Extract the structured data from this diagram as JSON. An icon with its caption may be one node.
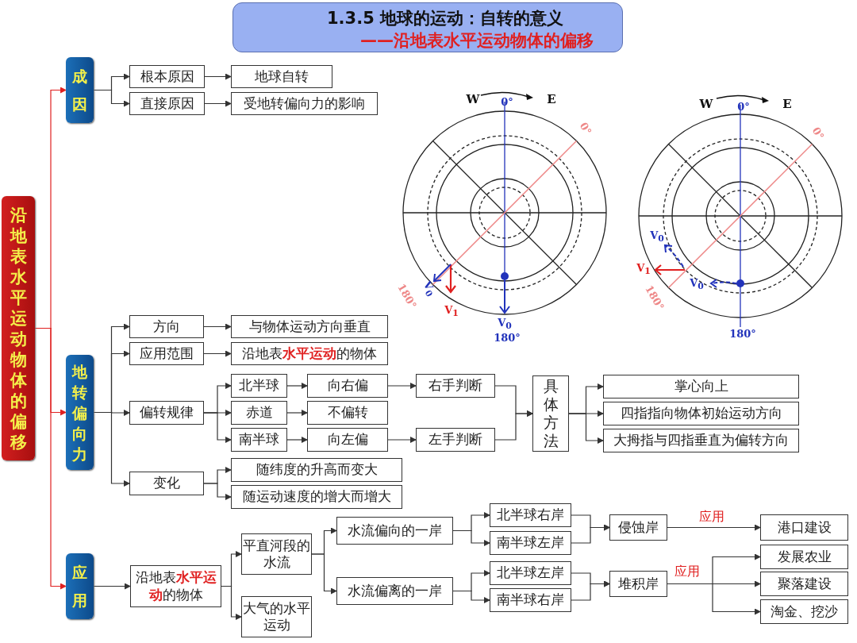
{
  "diagram": {
    "nodes": [
      {
        "text": [
          "1.3.5 地球的运动：自转的意义",
          "——沿地表水平运动物体的偏移"
        ]
      },
      {
        "text": [
          "沿地表水平运动物体的偏移"
        ]
      },
      {
        "text": [
          "成因"
        ]
      },
      {
        "text": [
          "根本原因"
        ]
      },
      {
        "text": [
          "地球自转"
        ]
      },
      {
        "text": [
          "直接原因"
        ]
      },
      {
        "text": [
          "受地转偏向力的影响"
        ]
      },
      {
        "text": [
          "地转偏向力"
        ]
      },
      {
        "text": [
          "方向"
        ]
      },
      {
        "text": [
          "与物体运动方向垂直"
        ]
      },
      {
        "text": [
          "应用范围"
        ]
      },
      {
        "text": [
          "沿地表**水平运动**的物体"
        ]
      },
      {
        "text": [
          "偏转规律"
        ]
      },
      {
        "text": [
          "北半球"
        ]
      },
      {
        "text": [
          "向右偏"
        ]
      },
      {
        "text": [
          "右手判断"
        ]
      },
      {
        "text": [
          "赤道"
        ]
      },
      {
        "text": [
          "不偏转"
        ]
      },
      {
        "text": [
          "南半球"
        ]
      },
      {
        "text": [
          "向左偏"
        ]
      },
      {
        "text": [
          "左手判断"
        ]
      },
      {
        "text": [
          "具体方法"
        ]
      },
      {
        "text": [
          "掌心向上"
        ]
      },
      {
        "text": [
          "四指指向物体初始运动方向"
        ]
      },
      {
        "text": [
          "大拇指与四指垂直为偏转方向"
        ]
      },
      {
        "text": [
          "变化"
        ]
      },
      {
        "text": [
          "随纬度的升高而变大"
        ]
      },
      {
        "text": [
          "随运动速度的增大而增大"
        ]
      },
      {
        "text": [
          "应用"
        ]
      },
      {
        "text": [
          "沿地表**水平运动**的物体"
        ]
      },
      {
        "text": [
          "平直河段的水流"
        ]
      },
      {
        "text": [
          "大气的水平运动"
        ]
      },
      {
        "text": [
          "水流偏向的一岸"
        ]
      },
      {
        "text": [
          "水流偏离的一岸"
        ]
      },
      {
        "text": [
          "北半球右岸"
        ]
      },
      {
        "text": [
          "南半球左岸"
        ]
      },
      {
        "text": [
          "北半球左岸"
        ]
      },
      {
        "text": [
          "南半球右岸"
        ]
      },
      {
        "text": [
          "侵蚀岸"
        ]
      },
      {
        "text": [
          "堆积岸"
        ]
      },
      {
        "text": [
          "港口建设"
        ]
      },
      {
        "text": [
          "发展农业"
        ]
      },
      {
        "text": [
          "聚落建设"
        ]
      },
      {
        "text": [
          "淘金、挖沙"
        ]
      }
    ],
    "edges": [
      {
        "from": 1,
        "to": 2,
        "arrow": "to",
        "color": "#e02020"
      },
      {
        "from": 1,
        "to": 7,
        "arrow": "to",
        "color": "#e02020"
      },
      {
        "from": 1,
        "to": 28,
        "arrow": "to",
        "color": "#e02020"
      },
      {
        "from": 2,
        "to": 3,
        "arrow": "to"
      },
      {
        "from": 2,
        "to": 5,
        "arrow": "to"
      },
      {
        "from": 3,
        "to": 4,
        "arrow": "to"
      },
      {
        "from": 5,
        "to": 6,
        "arrow": "to"
      },
      {
        "from": 7,
        "to": 8,
        "arrow": "to"
      },
      {
        "from": 7,
        "to": 10,
        "arrow": "to"
      },
      {
        "from": 7,
        "to": 12,
        "arrow": "to"
      },
      {
        "from": 7,
        "to": 25,
        "arrow": "to"
      },
      {
        "from": 8,
        "to": 9,
        "arrow": "to"
      },
      {
        "from": 10,
        "to": 11,
        "arrow": "to"
      },
      {
        "from": 12,
        "to": 13,
        "arrow": "to"
      },
      {
        "from": 12,
        "to": 16,
        "arrow": "to"
      },
      {
        "from": 12,
        "to": 18,
        "arrow": "to"
      },
      {
        "from": 13,
        "to": 14,
        "arrow": "to"
      },
      {
        "from": 16,
        "to": 17,
        "arrow": "to"
      },
      {
        "from": 18,
        "to": 19,
        "arrow": "to"
      },
      {
        "from": 14,
        "to": 15,
        "arrow": "to"
      },
      {
        "from": 19,
        "to": 20,
        "arrow": "to"
      },
      {
        "from": 15,
        "to": 21,
        "arrow": "to"
      },
      {
        "from": 20,
        "to": 21,
        "arrow": "to"
      },
      {
        "from": 21,
        "to": 22,
        "arrow": "to"
      },
      {
        "from": 21,
        "to": 23,
        "arrow": "to"
      },
      {
        "from": 21,
        "to": 24,
        "arrow": "to"
      },
      {
        "from": 25,
        "to": 26,
        "arrow": "to"
      },
      {
        "from": 25,
        "to": 27,
        "arrow": "to"
      },
      {
        "from": 28,
        "to": 29,
        "arrow": "to"
      },
      {
        "from": 29,
        "to": 30,
        "arrow": "to"
      },
      {
        "from": 29,
        "to": 31,
        "arrow": "to"
      },
      {
        "from": 30,
        "to": 32,
        "arrow": "to"
      },
      {
        "from": 30,
        "to": 33,
        "arrow": "to"
      },
      {
        "from": 32,
        "to": 34,
        "arrow": "to"
      },
      {
        "from": 32,
        "to": 35,
        "arrow": "to"
      },
      {
        "from": 33,
        "to": 36,
        "arrow": "to"
      },
      {
        "from": 33,
        "to": 37,
        "arrow": "to"
      },
      {
        "from": 34,
        "to": 38,
        "arrow": "to"
      },
      {
        "from": 35,
        "to": 38,
        "arrow": "to"
      },
      {
        "from": 36,
        "to": 39,
        "arrow": "to"
      },
      {
        "from": 37,
        "to": 39,
        "arrow": "to"
      },
      {
        "from": 38,
        "to": 40,
        "arrow": "to",
        "label": "应用"
      },
      {
        "from": 39,
        "to": 41,
        "arrow": "to"
      },
      {
        "from": 39,
        "to": 42,
        "arrow": "to",
        "label": "应用"
      },
      {
        "from": 39,
        "to": 43,
        "arrow": "to"
      }
    ],
    "labels": [
      "W",
      "E",
      "0°",
      "0°",
      "V$_{0}$",
      "180°",
      "V$_{1}$",
      "V$_{0}$",
      "180°",
      "W",
      "E",
      "0°",
      "0°",
      "V$_{0}$",
      "V$_{1}$",
      "V$_{0}$",
      "180°",
      "180°"
    ]
  }
}
